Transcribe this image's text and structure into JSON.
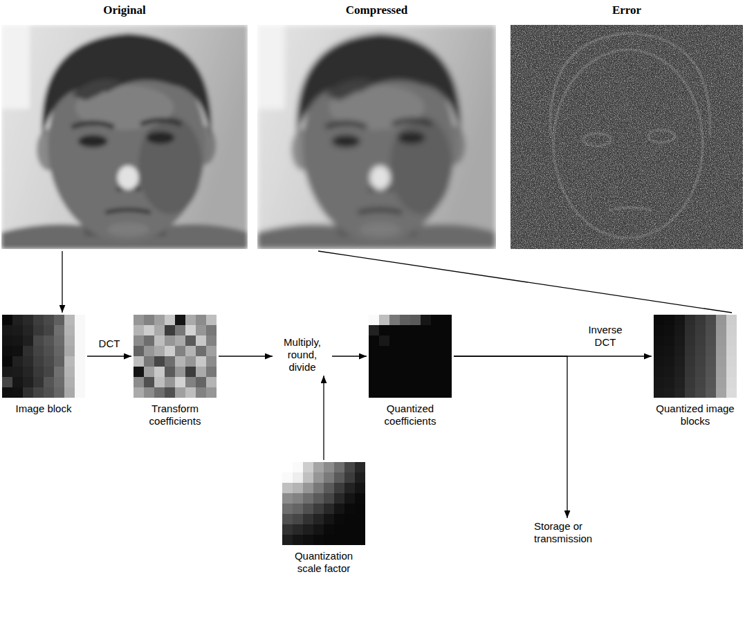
{
  "diagram": {
    "nodes": [
      {
        "text": [
          "Original"
        ]
      },
      {
        "text": [
          "Compressed"
        ]
      },
      {
        "text": [
          "Error"
        ]
      },
      {
        "text": [
          "Image block"
        ]
      },
      {
        "text": [
          "Transform coefficients"
        ]
      },
      {
        "text": [
          "Multiply, round, divide"
        ]
      },
      {
        "text": [
          "Quantized coefficients"
        ]
      },
      {
        "text": [
          "Storage or transmission"
        ]
      },
      {
        "text": [
          "Quantized image blocks"
        ]
      },
      {
        "text": [
          "Quantization scale factor"
        ]
      }
    ],
    "edges": [
      {
        "from": 0,
        "to": 3,
        "arrow": "to"
      },
      {
        "from": 3,
        "to": 4,
        "label": "DCT",
        "arrow": "to"
      },
      {
        "from": 4,
        "to": 5,
        "arrow": "to"
      },
      {
        "from": 9,
        "to": 5,
        "arrow": "to"
      },
      {
        "from": 5,
        "to": 6,
        "arrow": "to"
      },
      {
        "from": 6,
        "to": 8,
        "label": "Inverse DCT",
        "arrow": "to"
      },
      {
        "from": 6,
        "to": 7,
        "arrow": "to"
      },
      {
        "from": 8,
        "to": 1,
        "arrow": "none"
      }
    ]
  }
}
